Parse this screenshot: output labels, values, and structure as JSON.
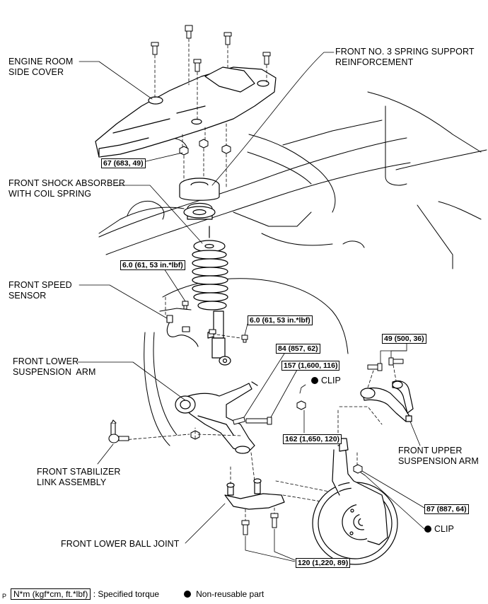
{
  "labels": {
    "engine_room_side_cover": [
      "ENGINE ROOM",
      "SIDE COVER"
    ],
    "spring_support_reinforcement": [
      "FRONT NO. 3 SPRING SUPPORT",
      "REINFORCEMENT"
    ],
    "shock_absorber": [
      "FRONT SHOCK ABSORBER",
      "WITH COIL SPRING"
    ],
    "speed_sensor": [
      "FRONT SPEED",
      "SENSOR"
    ],
    "lower_suspension_arm": [
      "FRONT LOWER",
      "SUSPENSION  ARM"
    ],
    "stabilizer_link": [
      "FRONT STABILIZER",
      "LINK ASSEMBLY"
    ],
    "upper_suspension_arm": [
      "FRONT UPPER",
      "SUSPENSION ARM"
    ],
    "lower_ball_joint": [
      "FRONT LOWER BALL JOINT"
    ]
  },
  "torque_specs": {
    "cover_nuts": "67 (683, 49)",
    "speed_sensor_bolt": "6.0 (61, 53 in.*lbf)",
    "speed_sensor_bracket_bolt": "6.0 (61, 53 in.*lbf)",
    "lower_arm_bolt_a": "84 (857, 62)",
    "lower_arm_bolt_b": "157 (1,600, 116)",
    "lower_arm_nut": "162 (1,650, 120)",
    "upper_arm_bolts": "49 (500, 36)",
    "upper_ball_joint_nut": "87 (887, 64)",
    "ball_joint_bolts": "120 (1,220, 89)"
  },
  "clips": {
    "clip_upper": "CLIP",
    "clip_lower": "CLIP"
  },
  "legend": {
    "torque_box": "N*m (kgf*cm, ft.*lbf)",
    "torque_text": ": Specified torque",
    "nonreusable_text": "Non-reusable part",
    "corner_mark": "P"
  }
}
